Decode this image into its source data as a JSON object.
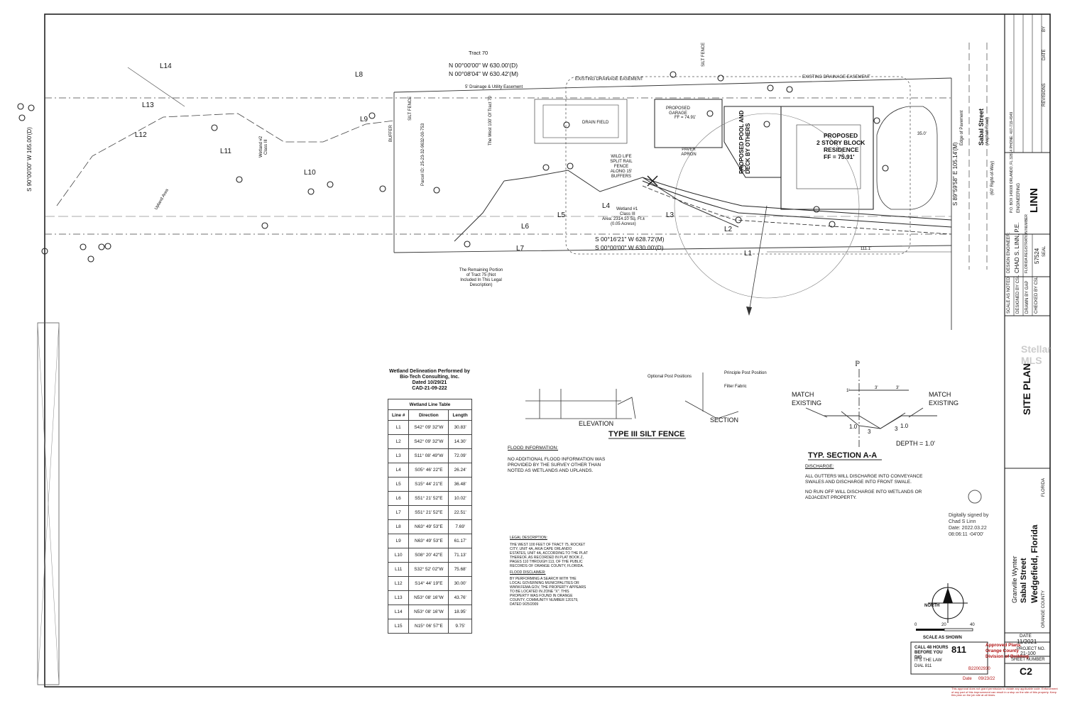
{
  "sheet": {
    "title": "SITE PLAN",
    "project_client": "Granville Wynter",
    "project_street": "Sabal Street",
    "project_city": "Wedgefield, Florida",
    "county": "ORANGE COUNTY",
    "state": "FLORIDA",
    "date_label": "DATE",
    "date_value": "11/2021",
    "project_no_label": "PROJECT NO.",
    "project_no_value": "21-100",
    "sheet_number_label": "SHEET NUMBER",
    "sheet_number": "C2",
    "revisions_label": "REVISIONS",
    "date_col_label": "DATE",
    "by_col_label": "BY",
    "engineer_label": "DESIGN ENGINEER:",
    "engineer_name": "CHAD S. LINN, P.E.",
    "registration_label": "FLORIDA REGISTRATION NUMBER",
    "registration_number": "57524",
    "seal_label": "SEAL",
    "scale_note": "SCALE AS NOTED",
    "designed_by": "DESIGNED BY CSL",
    "drawn_by": "DRAWN BY GAP",
    "checked_by": "CHECKED BY CSL",
    "firm_name": "LINN",
    "firm_sub": "ENGINEERING",
    "firm_address": "P.O. BOX 149009 ORLANDO, FL 32814 PHONE: 407-719-4949"
  },
  "plan_labels": {
    "tract70": "Tract 70",
    "north_bearing_d": "N 00°00'00\" W  630.00'(D)",
    "north_bearing_m": "N 00°08'04\" W  630.42'(M)",
    "south_bearing_m": "S 00°16'21\" W  628.72'(M)",
    "south_bearing_d": "S 00°00'00\" W  630.00'(D)",
    "west_bearing": "S 90°00'00\" W  165.00'(D)",
    "east_bearing": "S 89°59'58\" E  105.14'(M)",
    "existing_drainage_easement": "EXISTING DRAINAGE EASEMENT",
    "utility_easement": "5' Drainage & Utility Easement",
    "drain_field": "DRAIN FIELD",
    "upland_area": "Upland Area",
    "silt_fence": "SILT FENCE",
    "proposed_garage": "PROPOSED GARAGE",
    "garage_ff": "FF = 74.91'",
    "paver_apron": "PAVER APRON",
    "proposed_pool": "PROPOSED POOL AND DECK BY OTHERS",
    "residence_line1": "PROPOSED",
    "residence_line2": "2 STORY BLOCK",
    "residence_line3": "RESIDENCE",
    "residence_ff": "FF = 75.91'",
    "wetland1_name": "Wetland #1",
    "wetland1_class": "Class III",
    "wetland1_area": "Area: 2314.10 Sq. Ft.±",
    "wetland1_acres": "(0.05 Acres±)",
    "wetland2_name": "Wetland #2",
    "wetland2_class": "Class III",
    "parcel_id": "Parcel ID: 25-23-32-9632-00-753",
    "west_100": "The West 100' Of Tract 70",
    "remaining_portion": "The Remaining Portion of Tract 75 (Not Included In This Legal Description)",
    "street_name": "Sabal Street",
    "street_sub": "(Asphalt Road)",
    "edge_pavement": "Edge of Pavement",
    "right_of_way": "(60' Right-of-Way)",
    "wildlife_fence": "WILD LIFE SPLIT RAIL FENCE ALONG 15' BUFFERS",
    "buffer": "BUFFER",
    "dim_35": "35.0'",
    "dim_111": "111.1'"
  },
  "line_labels": [
    "L1",
    "L2",
    "L3",
    "L4",
    "L5",
    "L6",
    "L7",
    "L8",
    "L9",
    "L10",
    "L11",
    "L12",
    "L13",
    "L14"
  ],
  "wetland_table": {
    "heading_line1": "Wetland Delineation Performed by",
    "heading_line2": "Bio-Tech Consulting, Inc.",
    "heading_line3": "Dated 10/29/21",
    "heading_line4": "CAD-21-09-222",
    "title": "Wetland Line Table",
    "columns": [
      "Line #",
      "Direction",
      "Length"
    ],
    "rows": [
      [
        "L1",
        "S42° 09' 32\"W",
        "30.83'"
      ],
      [
        "L2",
        "S42° 09' 32\"W",
        "14.30'"
      ],
      [
        "L3",
        "S11° 08' 49\"W",
        "72.09'"
      ],
      [
        "L4",
        "S05° 46' 22\"E",
        "26.24'"
      ],
      [
        "L5",
        "S15° 44' 21\"E",
        "36.48'"
      ],
      [
        "L6",
        "S51° 21' 52\"E",
        "10.02'"
      ],
      [
        "L7",
        "S51° 21' 52\"E",
        "22.51'"
      ],
      [
        "L8",
        "N63° 49' 53\"E",
        "7.69'"
      ],
      [
        "L9",
        "N63° 49' 53\"E",
        "61.17'"
      ],
      [
        "L10",
        "S08° 20' 42\"E",
        "71.13'"
      ],
      [
        "L11",
        "S32° 52' 02\"W",
        "75.68'"
      ],
      [
        "L12",
        "S14° 44' 19\"E",
        "30.00'"
      ],
      [
        "L13",
        "N53° 08' 16\"W",
        "43.76'"
      ],
      [
        "L14",
        "N53° 08' 16\"W",
        "18.95'"
      ],
      [
        "L15",
        "N15° 06' 57\"E",
        "9.75'"
      ]
    ]
  },
  "silt_fence_detail": {
    "title": "TYPE III SILT FENCE",
    "elevation": "ELEVATION",
    "section": "SECTION",
    "filter_fabric": "Filter Fabric",
    "optional_post": "Optional Post Positions",
    "principle_post": "Principle Post Position"
  },
  "section_aa": {
    "title": "TYP. SECTION A-A",
    "match_existing_left": "MATCH EXISTING",
    "match_existing_right": "MATCH EXISTING",
    "depth": "DEPTH = 1.0'",
    "centerline": "ℙ",
    "dim_3a": "3'",
    "dim_3b": "3'",
    "dim_1": "1'",
    "slope_left": "1.0",
    "slope_right": "1.0",
    "slope_3a": "3",
    "slope_3b": "3"
  },
  "notes": {
    "discharge_heading": "DISCHARGE:",
    "discharge_1": "ALL GUTTERS WILL DISCHARGE INTO CONVEYANCE SWALES AND DISCHARGE INTO FRONT SWALE.",
    "discharge_2": "NO RUN OFF WILL DISCHARGE INTO WETLANDS OR ADJACENT PROPERTY.",
    "flood_heading": "FLOOD INFORMATION:",
    "flood_text": "NO ADDITIONAL FLOOD INFORMATION WAS PROVIDED BY THE SURVEY OTHER THAN NOTED AS WETLANDS AND UPLANDS.",
    "legal_heading": "LEGAL DESCRIPTION:",
    "legal_text": "THE WEST 100 FEET OF TRACT 75, ROCKET CITY, UNIT 4A, AK/A CAPE ORLANDO ESTATES, UNIT 4A, ACCORDING TO THE PLAT THEREOF, AS RECORDED IN PLAT BOOK Z, PAGES 110 THROUGH 113, OF THE PUBLIC RECORDS OF ORANGE COUNTY, FLORIDA.",
    "flood_disclaimer_heading": "FLOOD DISCLAIMER:",
    "flood_disclaimer": "BY PERFORMING A SEARCH WITH THE LOCAL GOVERNING MUNICIPALITIES OR WWW.FEMA.GOV, THE PROPERTY APPEARS TO BE LOCATED IN ZONE \"X\". THIS PROPERTY WAS FOUND IN ORANGE COUNTY, COMMUNITY NUMBER 120179, DATED 9/25/2009"
  },
  "signature": {
    "line1": "Digitally signed by",
    "line2": "Chad S Linn",
    "line3": "Date: 2022.03.22",
    "line4": "08:06:11 -04'00'"
  },
  "approval_stamp": {
    "line1": "Approved Plans",
    "line2": "Orange County",
    "line3": "Division of Building",
    "number": "B22002930",
    "date_label": "Date",
    "date": "09/23/22",
    "disclaimer": "This approval does not grant permission to violate any applicable code. Enforcement of any part of this improvement can result in a stop on the site of this property. Keep this plan on the job site at all times."
  },
  "north_arrow": {
    "label": "NORTH",
    "scale_label": "SCALE AS SHOWN",
    "scale_0": "0",
    "scale_20": "20",
    "scale_40": "40"
  },
  "call811": {
    "line1": "CALL 48 HOURS BEFORE YOU DIG",
    "number": "811",
    "line2": "IT'S THE LAW",
    "line3": "DIAL 811"
  },
  "watermark": "Stellar MLS"
}
